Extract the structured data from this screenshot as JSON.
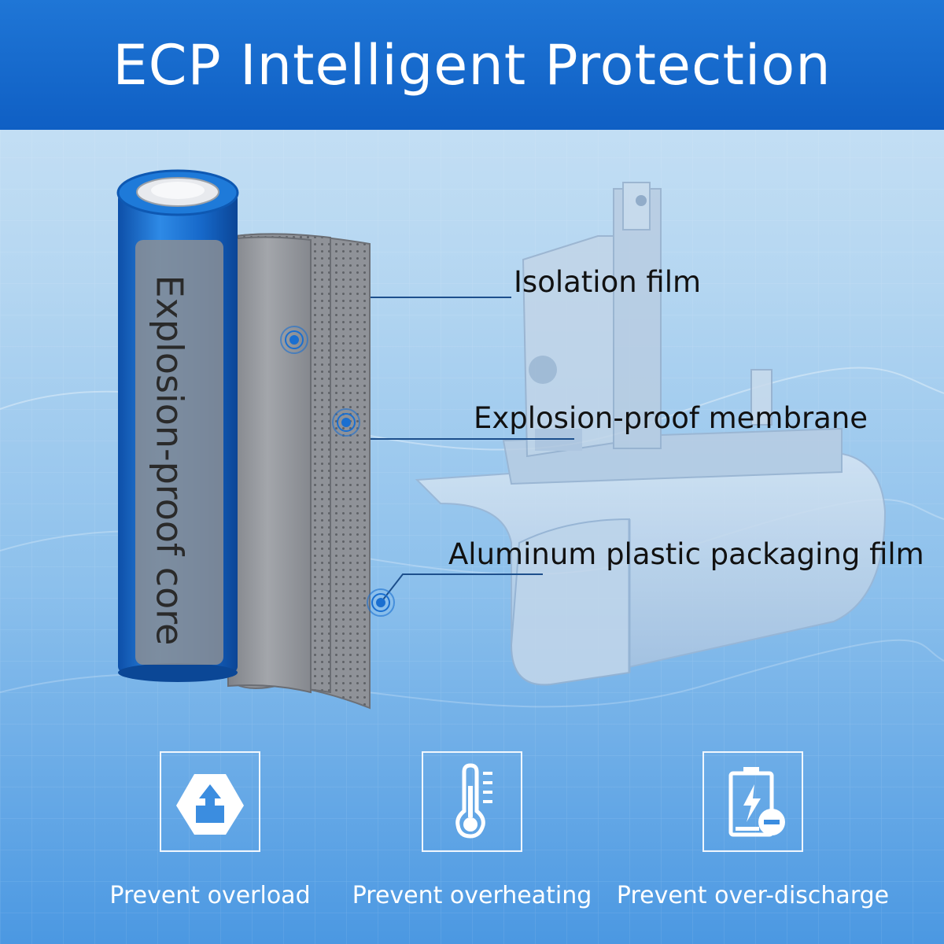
{
  "header": {
    "title": "ECP Intelligent Protection"
  },
  "cell": {
    "core_label": "Explosion-proof core"
  },
  "callouts": [
    {
      "label": "Isolation film"
    },
    {
      "label": "Explosion-proof membrane"
    },
    {
      "label": "Aluminum plastic packaging film"
    }
  ],
  "features": [
    {
      "label": "Prevent overload",
      "icon": "overload-icon"
    },
    {
      "label": "Prevent overheating",
      "icon": "thermometer-icon"
    },
    {
      "label": "Prevent over-discharge",
      "icon": "battery-discharge-icon"
    }
  ],
  "colors": {
    "header": "#1769cf",
    "cell_blue": "#1b74d4",
    "film_gray": "#8d9096",
    "text_dark": "#111111",
    "white": "#ffffff"
  }
}
